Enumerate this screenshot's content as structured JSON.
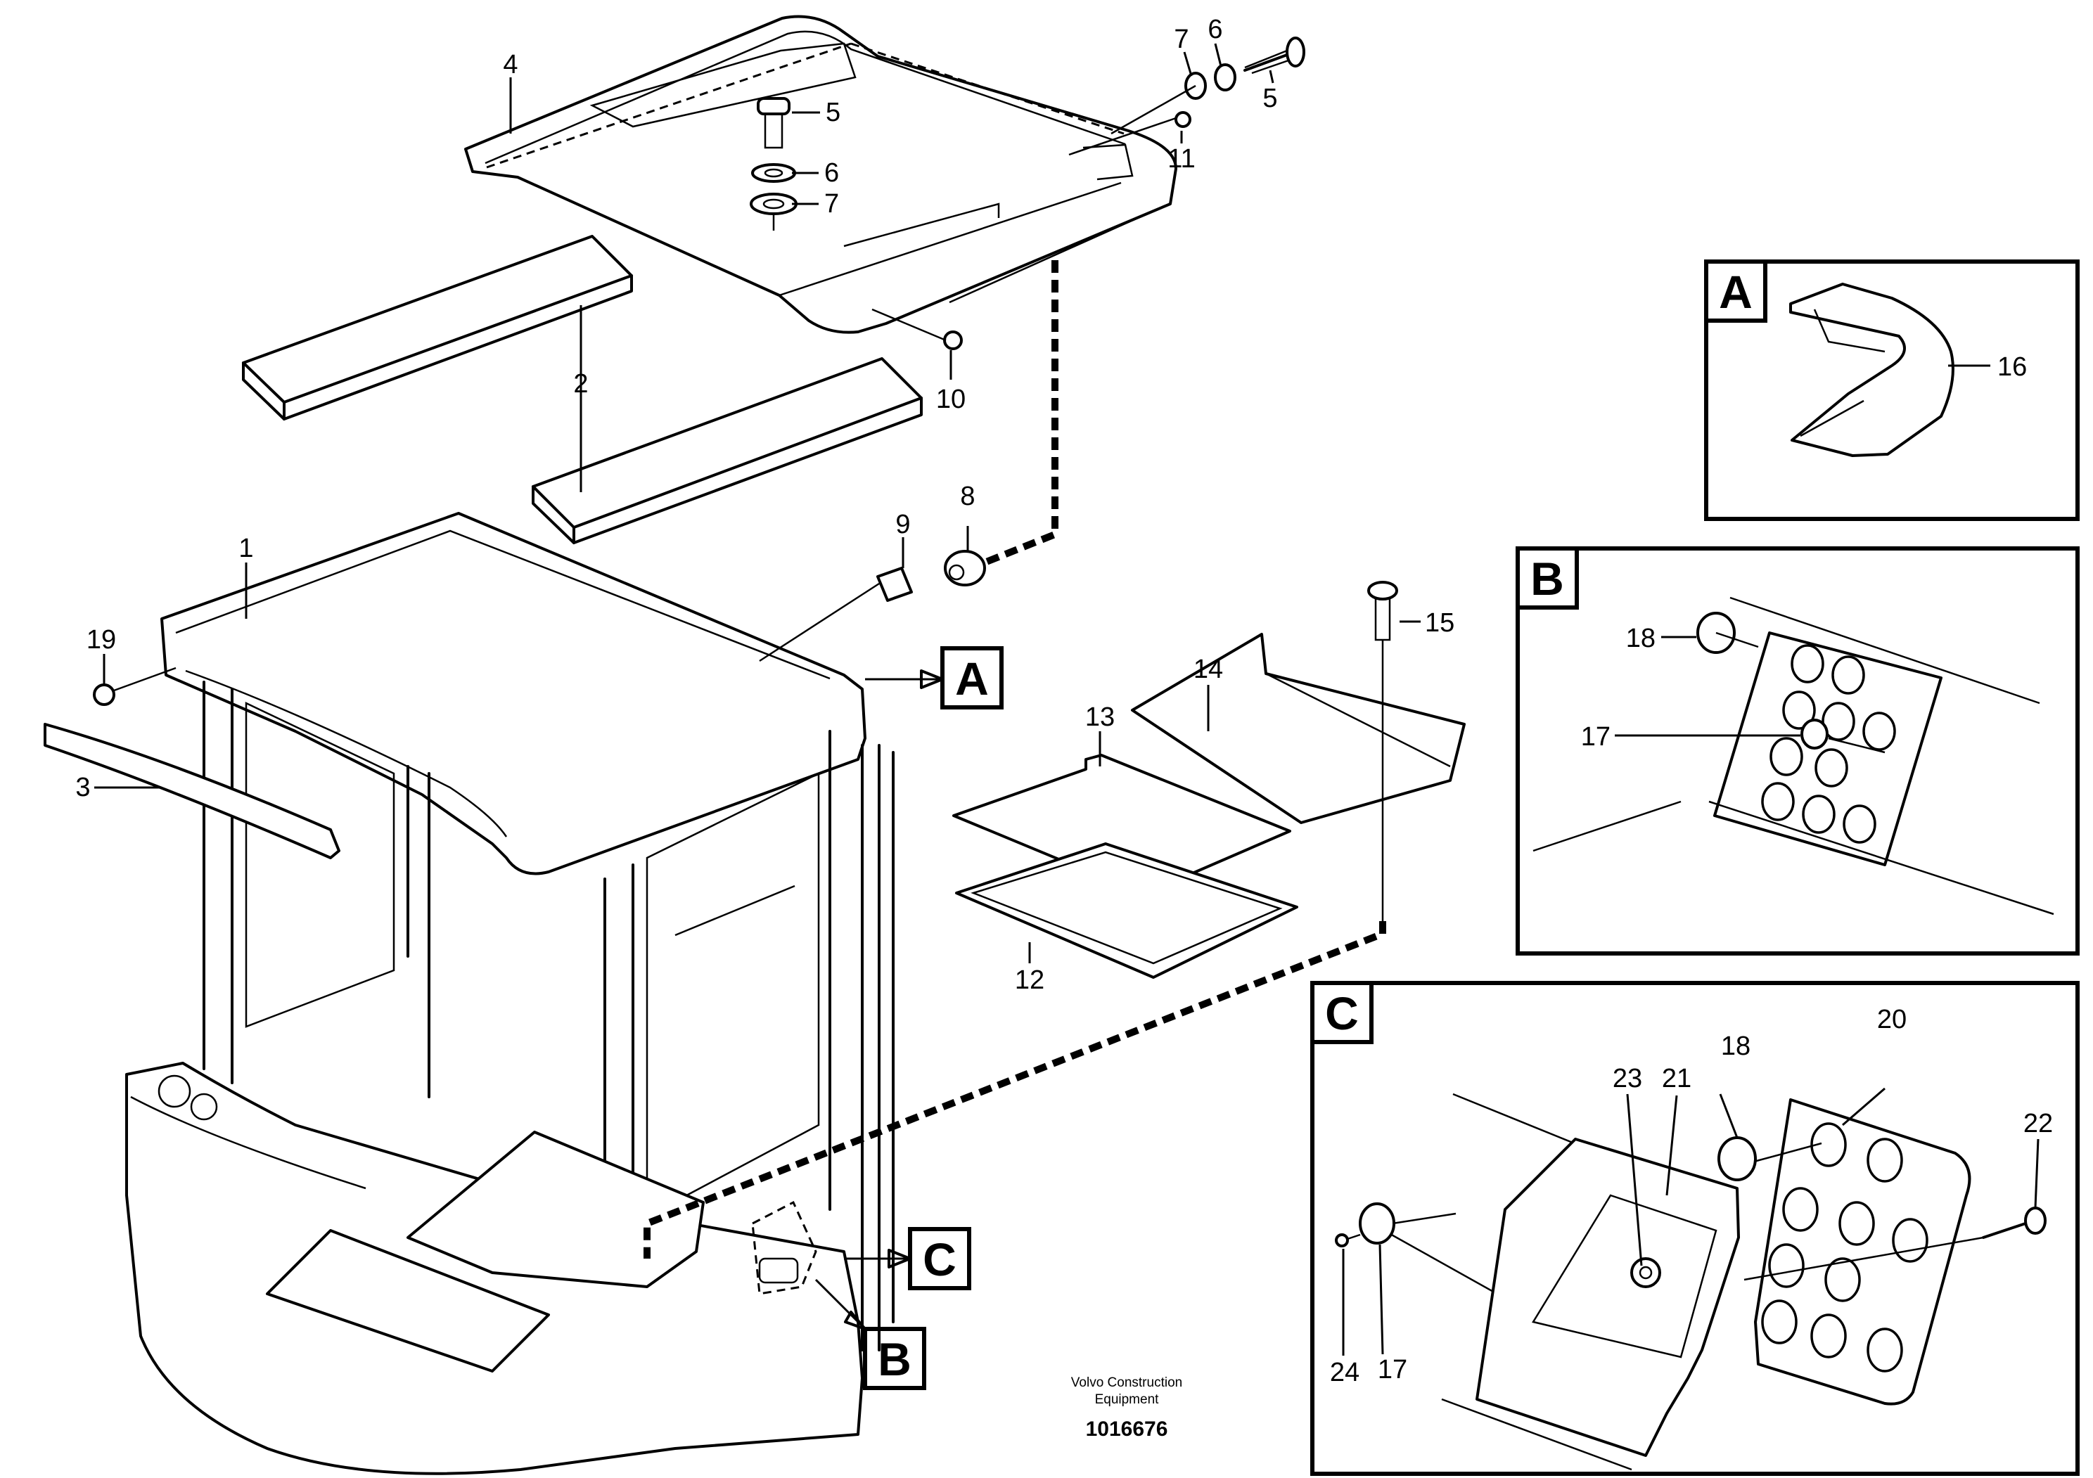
{
  "figure": {
    "id": "1016676",
    "publisher": [
      "Volvo Construction",
      "Equipment"
    ]
  },
  "detail_views": {
    "A": "A",
    "B": "B",
    "C": "C"
  },
  "labels": {
    "p1": "1",
    "p2": "2",
    "p3": "3",
    "p4": "4",
    "p5a": "5",
    "p5b": "5",
    "p6a": "6",
    "p6b": "6",
    "p7a": "7",
    "p7b": "7",
    "p8": "8",
    "p9": "9",
    "p10": "10",
    "p11": "11",
    "p12": "12",
    "p13": "13",
    "p14": "14",
    "p15": "15",
    "p16": "16",
    "p17b": "17",
    "p17c": "17",
    "p18b": "18",
    "p18c": "18",
    "p19": "19",
    "p20": "20",
    "p21": "21",
    "p22": "22",
    "p23": "23",
    "p24": "24"
  }
}
